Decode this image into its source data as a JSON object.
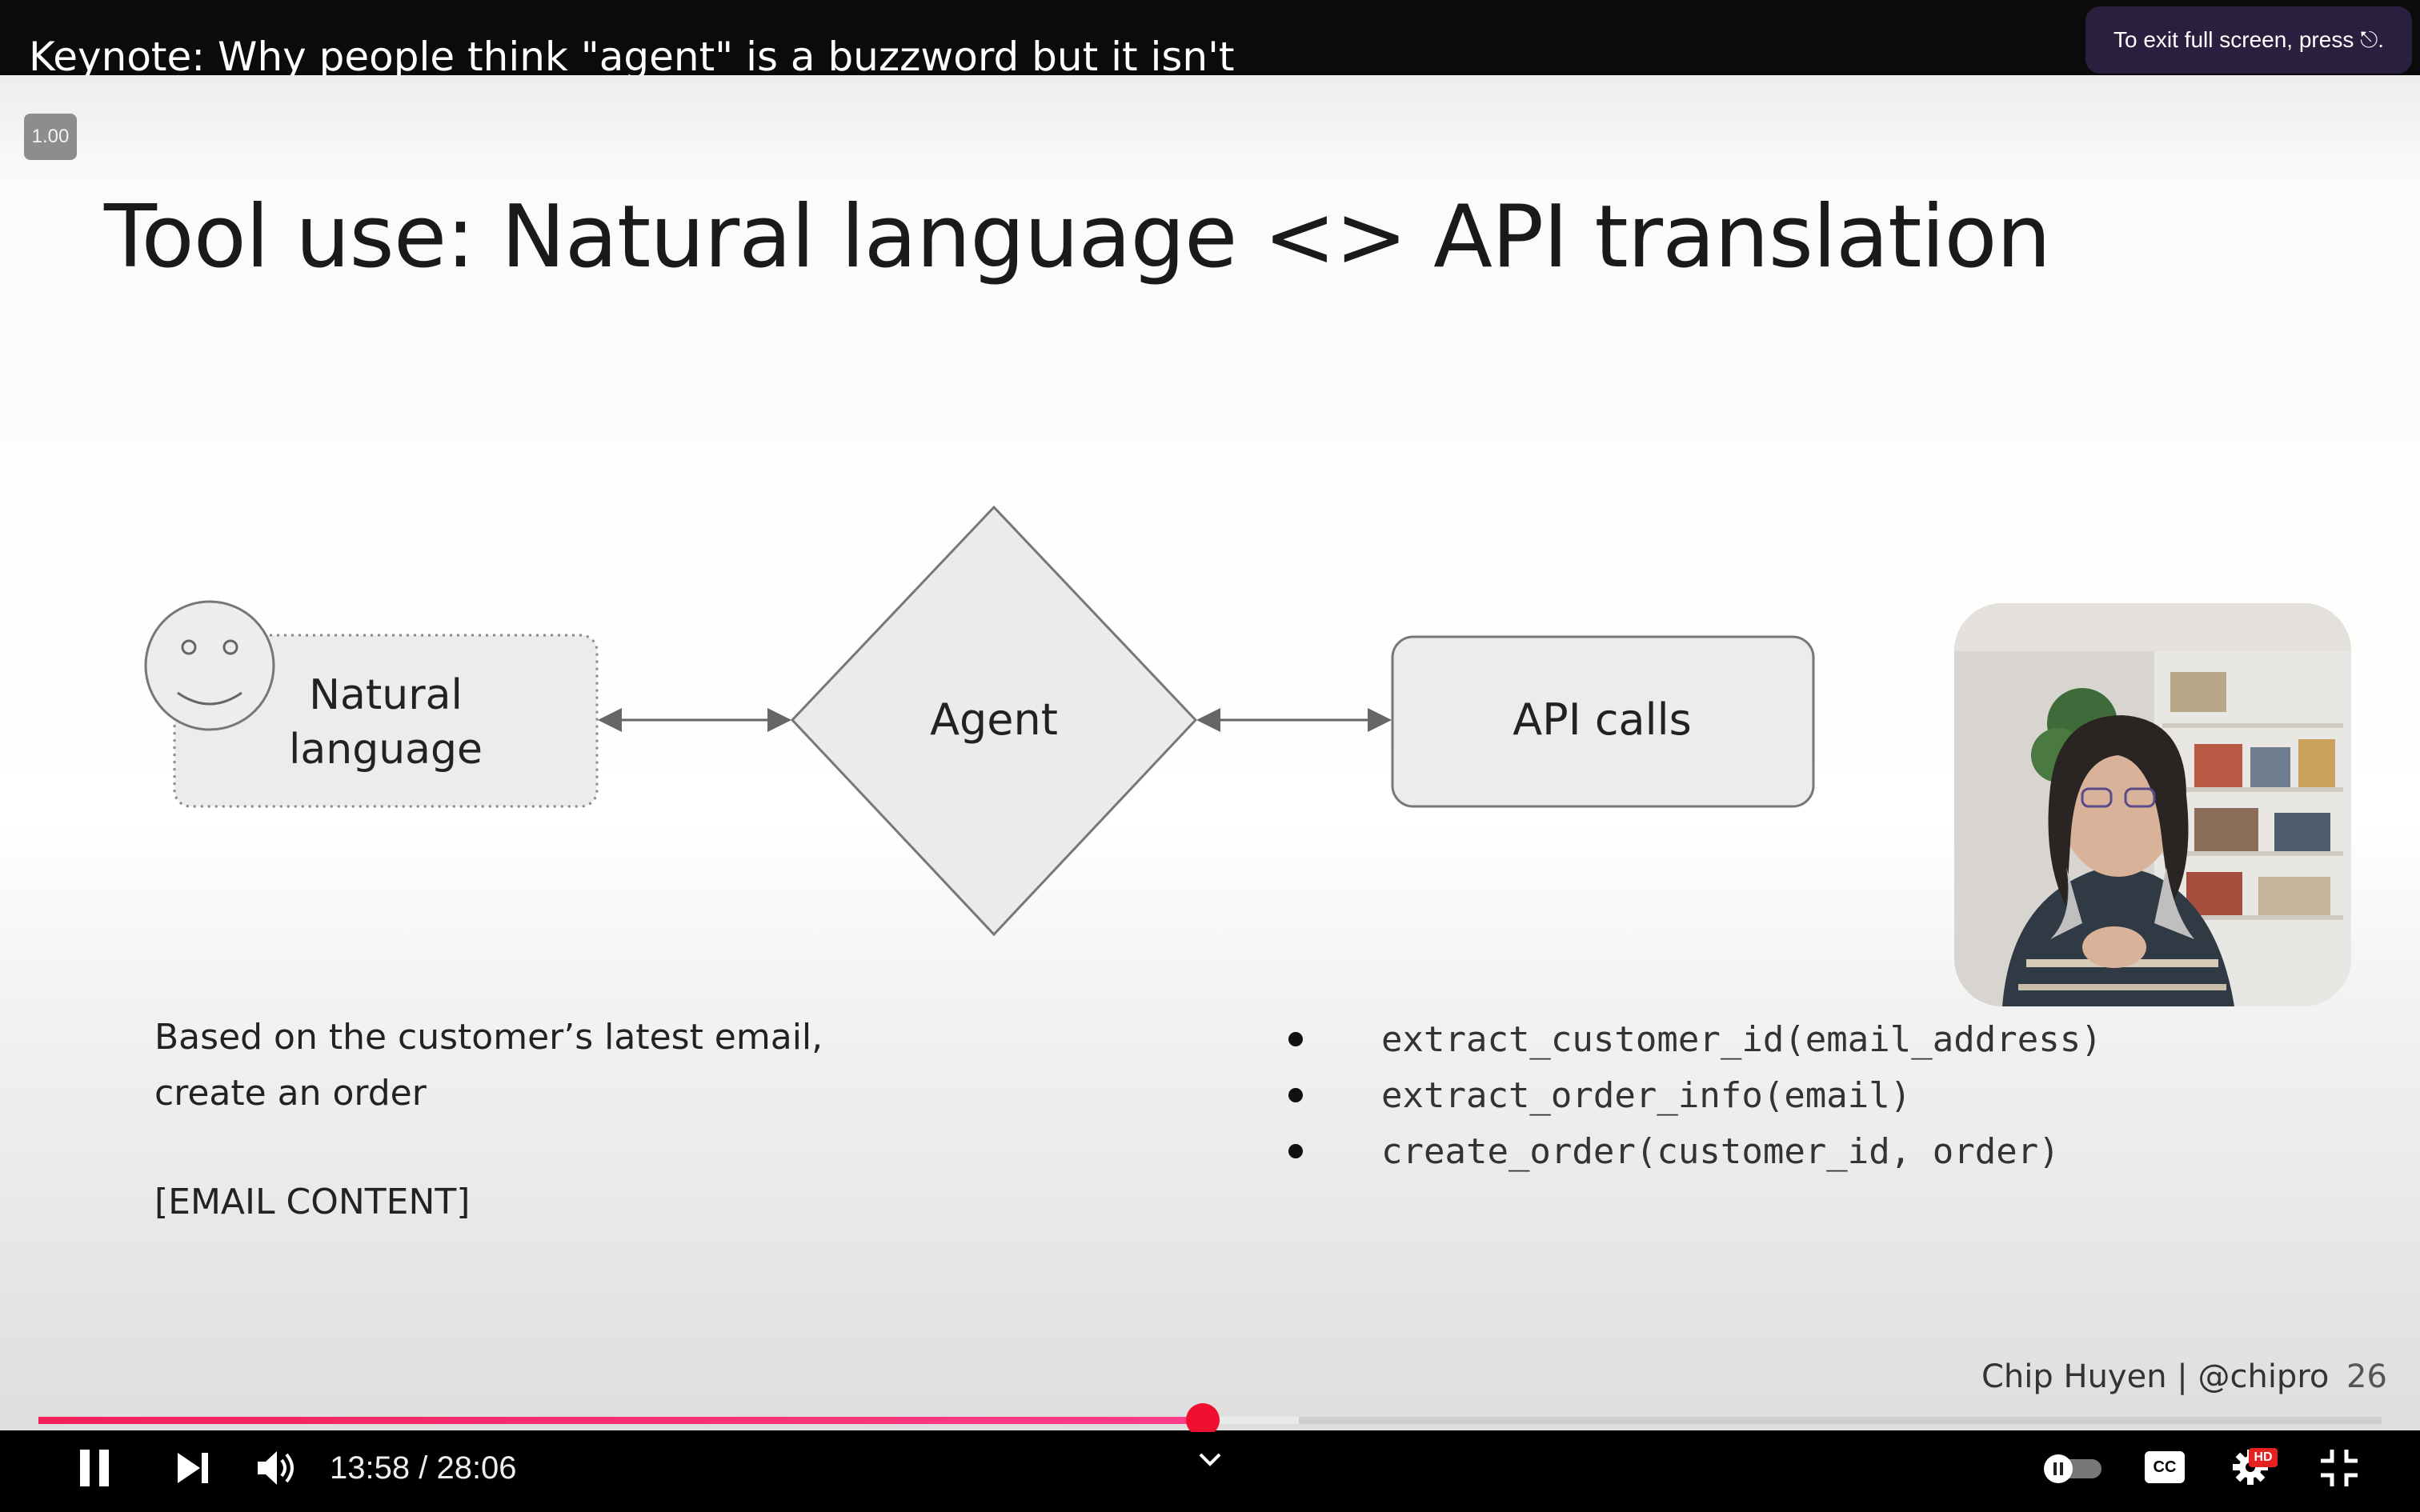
{
  "player": {
    "video_title": "Keynote: Why people think \"agent\" is a buzzword but it isn't",
    "fullscreen_toast": "To exit full screen, press ⎋.",
    "speed_badge": "1.00",
    "time": {
      "current": "13:58",
      "separator": " / ",
      "duration": "28:06"
    },
    "progress_fraction": 0.497,
    "buffered_fraction": 0.538,
    "accent_color": "#f00f2e",
    "controls": {
      "play_pause_icon": "pause-icon",
      "next_icon": "next-icon",
      "volume_icon": "volume-icon",
      "chapters_icon": "chevron-down-icon",
      "autoplay_icon": "autoplay-toggle-icon",
      "captions_icon": "cc-icon",
      "captions_label": "CC",
      "settings_icon": "gear-icon",
      "hd_badge": "HD",
      "exit_fullscreen_icon": "exit-fullscreen-icon"
    }
  },
  "slide": {
    "title": "Tool use: Natural language <> API translation",
    "diagram": {
      "nodes": [
        {
          "id": "natural-language",
          "label_lines": [
            "Natural",
            "language"
          ],
          "shape": "dotted-rounded-rect"
        },
        {
          "id": "agent",
          "label": "Agent",
          "shape": "diamond"
        },
        {
          "id": "api-calls",
          "label": "API calls",
          "shape": "rounded-rect"
        }
      ],
      "edges": [
        {
          "from": "natural-language",
          "to": "agent",
          "style": "bidirectional-arrow"
        },
        {
          "from": "agent",
          "to": "api-calls",
          "style": "bidirectional-arrow"
        }
      ],
      "face_icon": "smiley-face-icon"
    },
    "prompt_lines": [
      "Based on the customer’s latest email,",
      "create an order"
    ],
    "email_placeholder": "[EMAIL CONTENT]",
    "functions": [
      "extract_customer_id(email_address)",
      "extract_order_info(email)",
      "create_order(customer_id, order)"
    ],
    "footer_author": "Chip Huyen | @chipro",
    "page_number": "26"
  }
}
